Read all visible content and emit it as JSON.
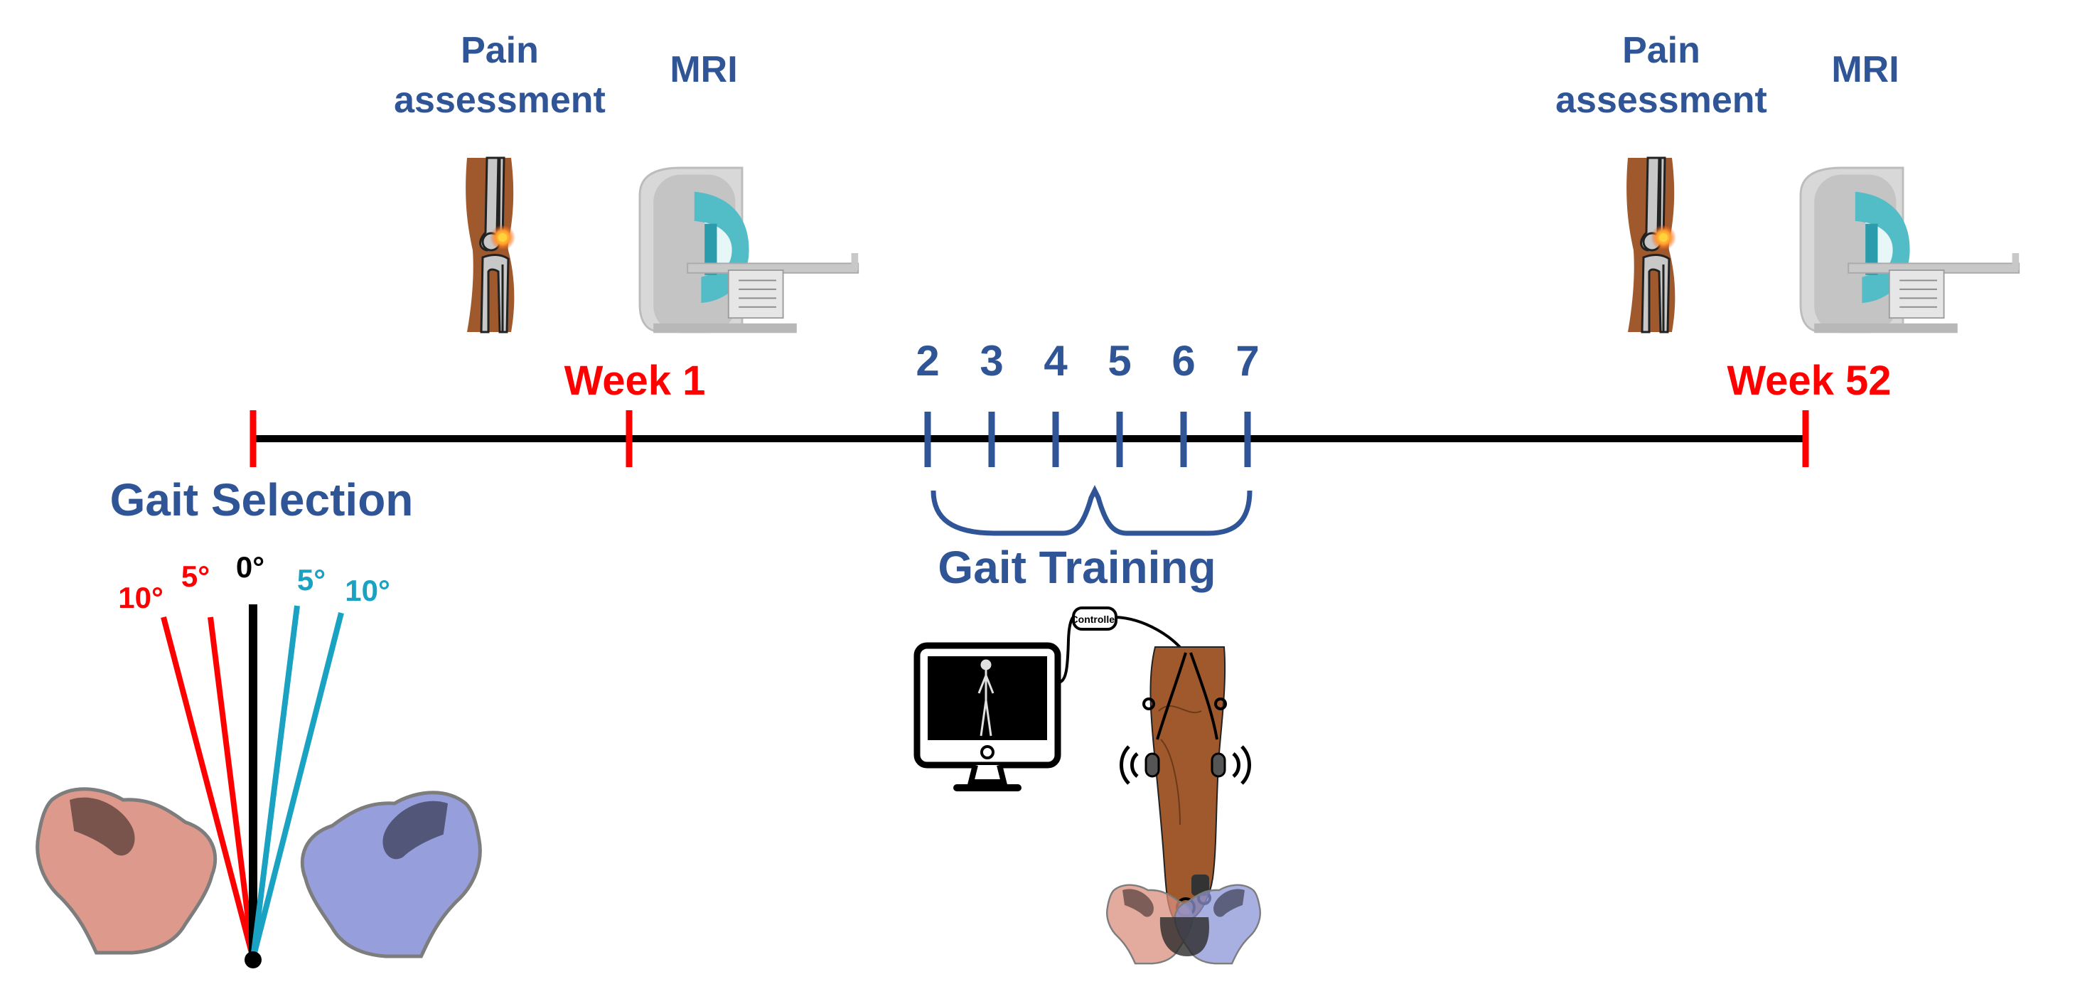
{
  "colors": {
    "blue": "#2f5597",
    "red": "#ff0000",
    "teal": "#1aa2c2",
    "black": "#000000",
    "skin": "#a0592c",
    "bone": "#c8c8c8",
    "mri_gray": "#c8c8c8",
    "mri_teal": "#52bcc7",
    "shoe_red": "#d98e7e",
    "shoe_blue": "#8b95d8"
  },
  "labels": {
    "pain_line1": "Pain",
    "pain_line2": "assessment",
    "mri": "MRI",
    "week1": "Week 1",
    "week52": "Week 52",
    "gait_selection": "Gait Selection",
    "gait_training": "Gait Training",
    "controller": "Controller"
  },
  "training_sessions": [
    "2",
    "3",
    "4",
    "5",
    "6",
    "7"
  ],
  "angles": {
    "left": [
      "10°",
      "5°"
    ],
    "center": "0°",
    "right": [
      "5°",
      "10°"
    ]
  },
  "icons": {
    "knee": "knee-pain-icon",
    "mri": "mri-scanner-icon",
    "monitor": "skeleton-monitor-icon",
    "leg": "vibrotactile-leg-icon",
    "shoe": "shoe-footprint-icon"
  }
}
